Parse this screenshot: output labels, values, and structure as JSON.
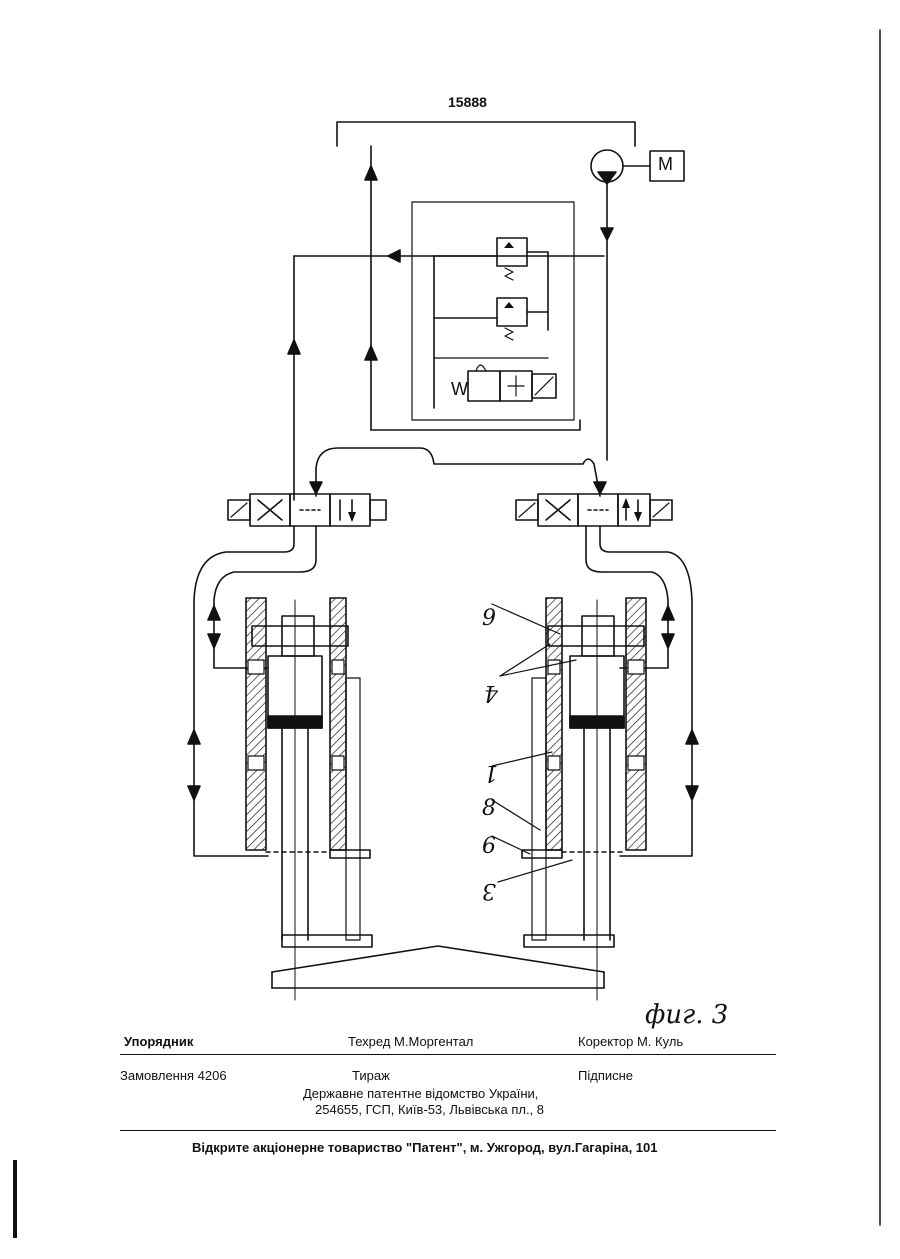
{
  "header": {
    "patent_number": "15888"
  },
  "figure": {
    "label": "фиг. 3"
  },
  "callouts": [
    "9",
    "4",
    "1",
    "8",
    "6",
    "3"
  ],
  "motor_label": "M",
  "footer": {
    "compiler": "Упорядник",
    "tech_editor": "Техред М.Моргентал",
    "proofreader": "Коректор  М. Куль",
    "order": "Замовлення 4206",
    "circulation": "Тираж",
    "subscription": "Підписне",
    "office_line1": "Державне  патентне  відомство  України,",
    "office_line2": "254655, ГСП, Київ-53, Львівська пл., 8",
    "publisher": "Відкрите акціонерне товариство  \"Патент\", м. Ужгород, вул.Гагаріна, 101"
  }
}
